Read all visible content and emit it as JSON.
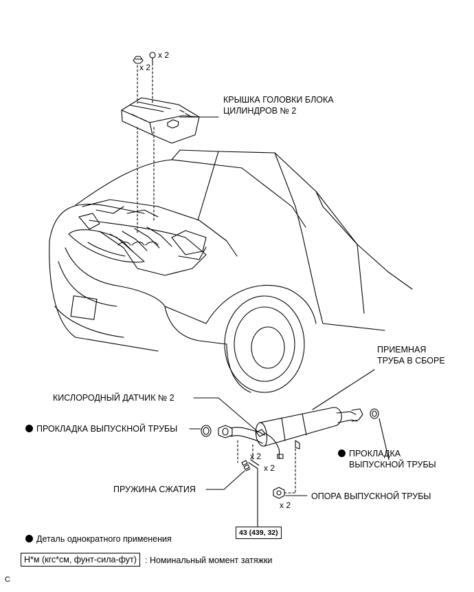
{
  "labels": {
    "head_cover_line1": "КРЫШКА ГОЛОВКИ БЛОКА",
    "head_cover_line2": "ЦИЛИНДРОВ № 2",
    "front_pipe_line1": "ПРИЕМНАЯ",
    "front_pipe_line2": "ТРУБА В СБОРЕ",
    "oxygen_sensor": "КИСЛОРОДНЫЙ ДАТЧИК № 2",
    "gasket_left": "ПРОКЛАДКА ВЫПУСКНОЙ ТРУБЫ",
    "gasket_right_line1": "ПРОКЛАДКА",
    "gasket_right_line2": "ВЫПУСКНОЙ ТРУБЫ",
    "compression_spring": "ПРУЖИНА СЖАТИЯ",
    "pipe_support": "ОПОРА ВЫПУСКНОЙ ТРУБЫ"
  },
  "quantities": {
    "nut_top": "x 2",
    "clip_top": "x 2",
    "bolt_spring_a": "x 2",
    "bolt_spring_b": "x 2",
    "support": "x 2"
  },
  "torque": "43 (439, 32)",
  "legend": {
    "non_reusable": "Деталь однократного применения",
    "torque_unit": "Н*м (кгс*см, фунт-сила-фут)",
    "torque_desc": ": Номинальный момент затяжки"
  },
  "corner_code": "C",
  "colors": {
    "line": "#000000",
    "background": "#ffffff"
  }
}
